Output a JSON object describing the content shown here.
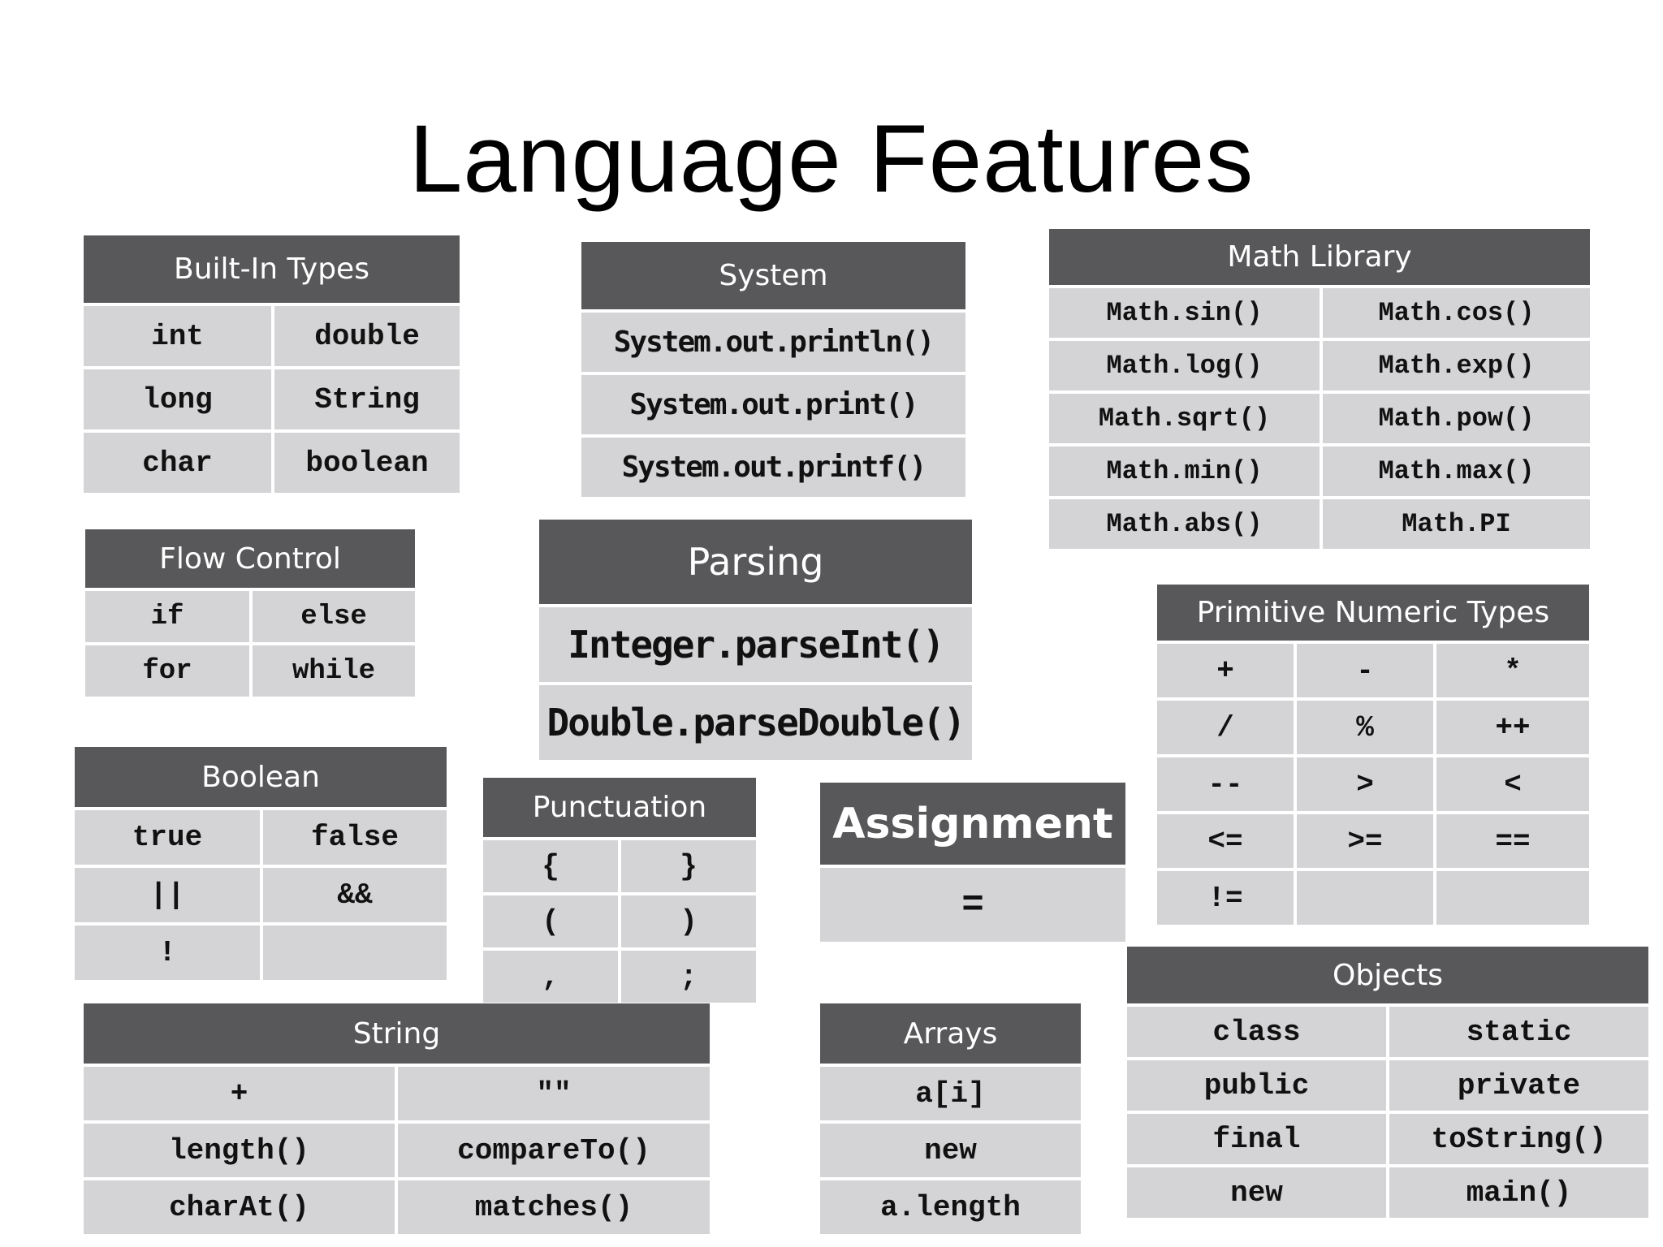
{
  "title": "Language Features",
  "cards": {
    "builtin_types": {
      "heading": "Built-In Types",
      "cells": [
        "int",
        "double",
        "long",
        "String",
        "char",
        "boolean"
      ]
    },
    "system": {
      "heading": "System",
      "cells": [
        "System.out.println()",
        "System.out.print()",
        "System.out.printf()"
      ]
    },
    "math_library": {
      "heading": "Math Library",
      "cells": [
        "Math.sin()",
        "Math.cos()",
        "Math.log()",
        "Math.exp()",
        "Math.sqrt()",
        "Math.pow()",
        "Math.min()",
        "Math.max()",
        "Math.abs()",
        "Math.PI"
      ]
    },
    "flow_control": {
      "heading": "Flow Control",
      "cells": [
        "if",
        "else",
        "for",
        "while"
      ]
    },
    "parsing": {
      "heading": "Parsing",
      "cells": [
        "Integer.parseInt()",
        "Double.parseDouble()"
      ]
    },
    "primitive_numeric": {
      "heading": "Primitive Numeric Types",
      "cells": [
        "+",
        "-",
        "*",
        "/",
        "%",
        "++",
        "--",
        ">",
        "<",
        "<=",
        ">=",
        "==",
        "!=",
        "",
        ""
      ]
    },
    "boolean": {
      "heading": "Boolean",
      "cells": [
        "true",
        "false",
        "||",
        "&&",
        "!",
        ""
      ]
    },
    "punctuation": {
      "heading": "Punctuation",
      "cells": [
        "{",
        "}",
        "(",
        ")",
        ",",
        ";"
      ]
    },
    "assignment": {
      "heading": "Assignment",
      "cells": [
        "="
      ]
    },
    "string": {
      "heading": "String",
      "cells": [
        "+",
        "\"\"",
        "length()",
        "compareTo()",
        "charAt()",
        "matches()"
      ]
    },
    "arrays": {
      "heading": "Arrays",
      "cells": [
        "a[i]",
        "new",
        "a.length"
      ]
    },
    "objects": {
      "heading": "Objects",
      "cells": [
        "class",
        "static",
        "public",
        "private",
        "final",
        "toString()",
        "new",
        "main()"
      ]
    }
  },
  "colors": {
    "header_bg": "#58585a",
    "cell_bg": "#d4d4d6",
    "header_text": "#ffffff"
  }
}
